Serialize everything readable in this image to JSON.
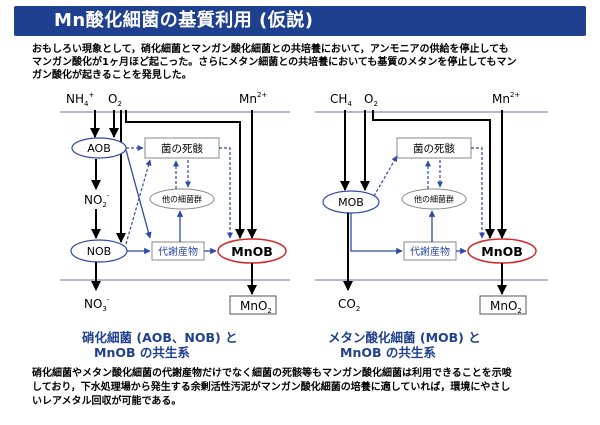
{
  "title": "Mn酸化細菌の基質利用 (仮説)",
  "intro": {
    "line1": "おもしろい現象として，硝化細菌とマンガン酸化細菌との共培養において，アンモニアの供給を停止しても",
    "line2": "マンガン酸化が1ヶ月ほど起こった。さらにメタン細菌との共培養においても基質のメタンを停止してもマン",
    "line3": "ガン酸化が起きることを発見した。"
  },
  "left_diagram": {
    "substrate_a": "NH",
    "substrate_a_sub": "4",
    "substrate_a_sup": "+",
    "oxygen": "O",
    "oxygen_sub": "2",
    "manganese": "Mn",
    "manganese_sup": "2+",
    "bacterium_1": "AOB",
    "intermediate": "NO",
    "intermediate_sub": "2",
    "intermediate_sup": "-",
    "bacterium_2": "NOB",
    "product": "NO",
    "product_sub": "3",
    "product_sup": "-",
    "dead_cells": "菌の死骸",
    "other_bacteria": "他の細菌群",
    "metabolites": "代謝産物",
    "mnob": "MnOB",
    "mn_oxide": "MnO",
    "mn_oxide_sub": "2"
  },
  "right_diagram": {
    "substrate_a": "CH",
    "substrate_a_sub": "4",
    "oxygen": "O",
    "oxygen_sub": "2",
    "manganese": "Mn",
    "manganese_sup": "2+",
    "bacterium_1": "MOB",
    "product": "CO",
    "product_sub": "2",
    "dead_cells": "菌の死骸",
    "other_bacteria": "他の細菌群",
    "metabolites": "代謝産物",
    "mnob": "MnOB",
    "mn_oxide": "MnO",
    "mn_oxide_sub": "2"
  },
  "captions": {
    "left_line1": "硝化細菌 (AOB、NOB) と",
    "left_line2": "MnOB の共生系",
    "right_line1": "メタン酸化細菌 (MOB) と",
    "right_line2": "MnOB の共生系"
  },
  "outro": {
    "line1": "硝化細菌やメタン酸化細菌の代謝産物だけでなく細菌の死骸等もマンガン酸化細菌は利用できることを示唆",
    "line2": "しており，下水処理場から発生する余剰活性汚泥がマンガン酸化細菌の培養に適していれば，環境にやさし",
    "line3": "いレアメタル回収が可能である。"
  },
  "colors": {
    "title_bg": "#1f3f8f",
    "accent_blue": "#2c4aa8",
    "mnob_ring": "#d12a2a",
    "divider": "#6a6fa6"
  }
}
